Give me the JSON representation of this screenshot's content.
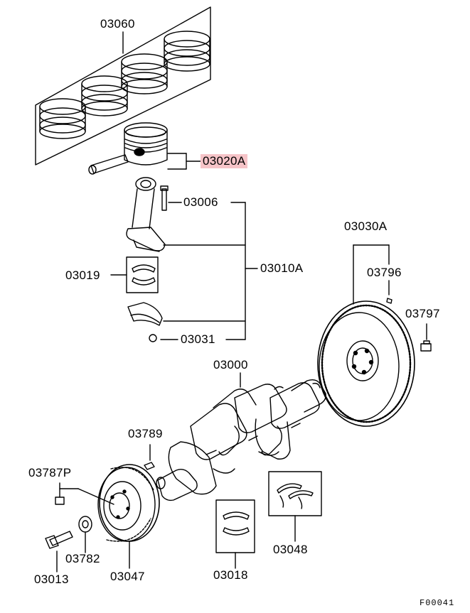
{
  "figure_id": "F00041",
  "highlight_color": "#f6c4c8",
  "line_color": "#000000",
  "parts": {
    "piston_ring_set": "03060",
    "piston": "03020A",
    "conrod_bolt": "03006",
    "conrod_assy": "03010A",
    "conrod_bearing": "03019",
    "conrod_nut": "03031",
    "flywheel": "03030A",
    "dowel_pin_flywheel": "03796",
    "flywheel_bolt": "03797",
    "crankshaft": "03000",
    "woodruff_key": "03789",
    "pulley_bolt_small": "03787P",
    "crank_pulley_bolt": "03013",
    "washer": "03782",
    "crank_pulley": "03047",
    "main_bearing": "03018",
    "thrust_bearing": "03048"
  }
}
